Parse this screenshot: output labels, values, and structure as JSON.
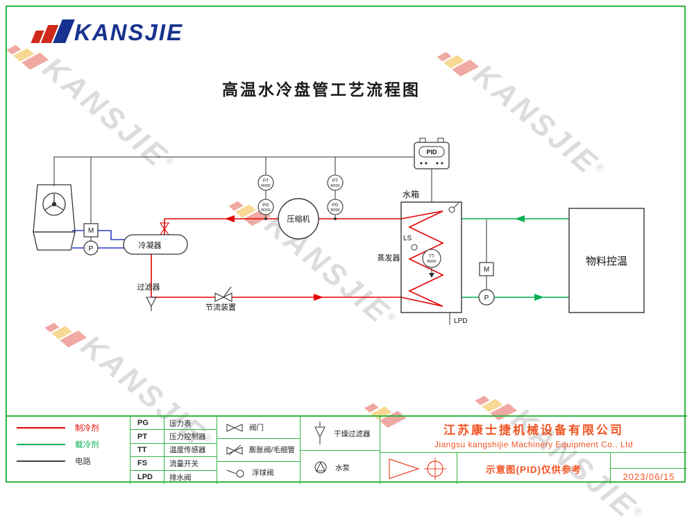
{
  "page": {
    "title": "高温水冷盘管工艺流程图"
  },
  "logo": {
    "brand": "KANSJIE"
  },
  "watermark": {
    "text": "KANSJIE",
    "reg": "®"
  },
  "diagram": {
    "labels": {
      "water_tank": "水箱",
      "evaporator": "蒸发器",
      "condenser": "冷凝器",
      "compressor": "压缩机",
      "filter": "过滤器",
      "throttle": "节流装置",
      "material_box": "物料控温",
      "ls": "LS",
      "lpd": "LPD",
      "pid": "PID",
      "motor": "M",
      "pump": "P",
      "pt": "PT",
      "pg": "PG",
      "tt": "TT",
      "r000": "R000"
    },
    "colors": {
      "refrigerant": "#e60000",
      "coolant": "#00b050",
      "cooling_water": "#2a3cc8",
      "wiring": "#333333",
      "frame": "#33b540"
    }
  },
  "legend": {
    "line_types": [
      {
        "label": "制冷剂",
        "color": "#e60000"
      },
      {
        "label": "载冷剂",
        "color": "#00b050"
      },
      {
        "label": "电路",
        "color": "#444444"
      }
    ],
    "codes": [
      {
        "code": "PG",
        "meaning": "压力表"
      },
      {
        "code": "PT",
        "meaning": "压力控制器"
      },
      {
        "code": "TT",
        "meaning": "温度传感器"
      },
      {
        "code": "FS",
        "meaning": "流量开关"
      },
      {
        "code": "LPD",
        "meaning": "排水阀"
      }
    ],
    "valve_symbols": [
      {
        "label": "阀门"
      },
      {
        "label": "膨胀阀/毛细管"
      },
      {
        "label": "浮球阀"
      }
    ],
    "device_symbols": [
      {
        "label": "干燥过滤器"
      },
      {
        "label": "水泵"
      }
    ],
    "company_cn": "江苏康士捷机械设备有限公司",
    "company_en": "Jiangsu kangshijie Machinery Equipment Co., Ltd",
    "note": "示意图(PID)仅供参考",
    "date": "2023/06/15"
  }
}
